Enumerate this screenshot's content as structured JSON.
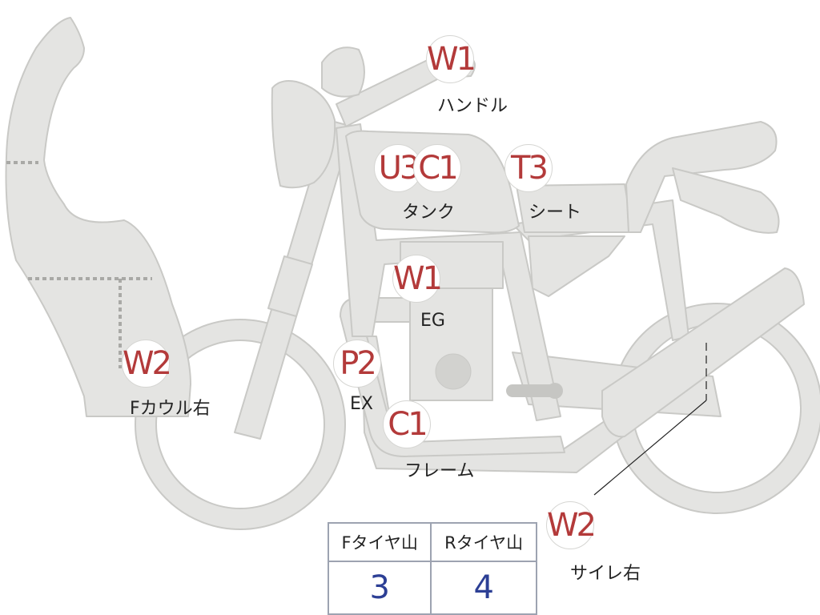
{
  "markers": [
    {
      "id": "handle",
      "code": "W1",
      "label": "ハンドル"
    },
    {
      "id": "tank-u",
      "code": "U3",
      "label": ""
    },
    {
      "id": "tank-c",
      "code": "C1",
      "label": "タンク"
    },
    {
      "id": "seat",
      "code": "T3",
      "label": "シート"
    },
    {
      "id": "engine",
      "code": "W1",
      "label": "EG"
    },
    {
      "id": "cowl",
      "code": "W2",
      "label": "Fカウル右"
    },
    {
      "id": "exhaust",
      "code": "P2",
      "label": "EX"
    },
    {
      "id": "frame",
      "code": "C1",
      "label": "フレーム"
    },
    {
      "id": "muffler",
      "code": "W2",
      "label": "サイレ右"
    }
  ],
  "tire_table": {
    "front_header": "Fタイヤ山",
    "rear_header": "Rタイヤ山",
    "front_value": "3",
    "rear_value": "4"
  },
  "colors": {
    "marker_text": "#b33a3a",
    "table_value": "#2c3f95",
    "part_fill": "#e4e4e2"
  }
}
